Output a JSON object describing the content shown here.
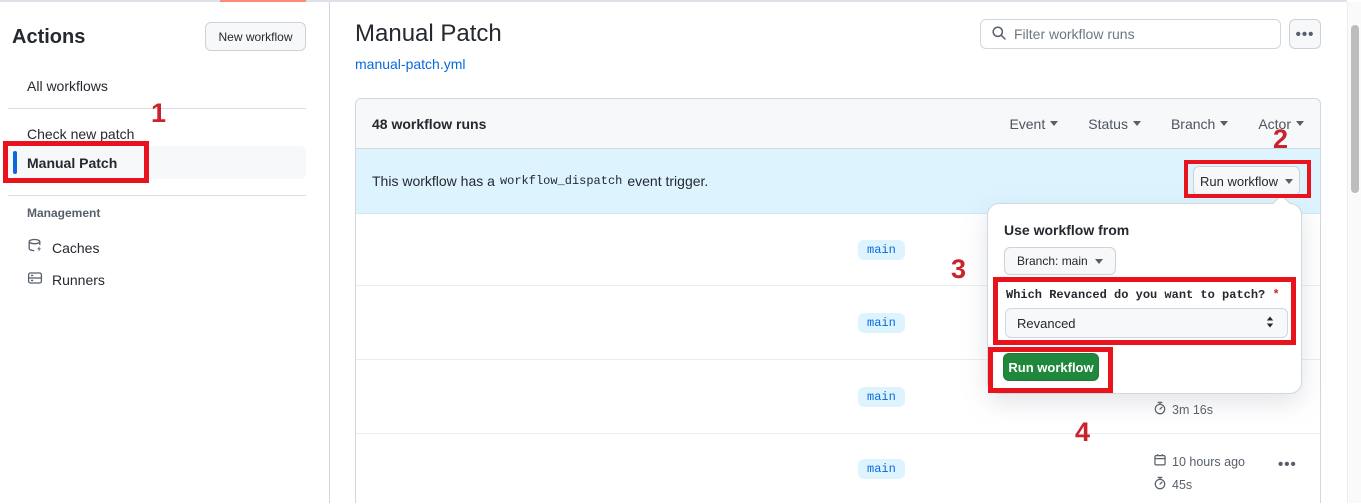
{
  "colors": {
    "accent_blue": "#0969da",
    "banner_bg": "#ddf4ff",
    "button_green": "#1f883d",
    "annotation_red": "#e8131c",
    "tab_underline_coral": "#fd8c73"
  },
  "annotations": {
    "step1": "1",
    "step2": "2",
    "step3": "3",
    "step4": "4"
  },
  "sidebar": {
    "title": "Actions",
    "new_workflow_button": "New workflow",
    "items": [
      {
        "label": "All workflows"
      },
      {
        "label": "Check new patch"
      },
      {
        "label": "Manual Patch"
      }
    ],
    "management": {
      "header": "Management",
      "items": [
        {
          "label": "Caches"
        },
        {
          "label": "Runners"
        }
      ]
    }
  },
  "main_header": {
    "title": "Manual Patch",
    "file_link": "manual-patch.yml",
    "filter_placeholder": "Filter workflow runs",
    "kebab_icon": "•••"
  },
  "runs": {
    "count_label": "48 workflow runs",
    "filters": [
      {
        "label": "Event"
      },
      {
        "label": "Status"
      },
      {
        "label": "Branch"
      },
      {
        "label": "Actor"
      }
    ],
    "banner": {
      "text_before": "This workflow has a",
      "code": "workflow_dispatch",
      "text_after": "event trigger.",
      "run_workflow_button": "Run workflow"
    },
    "rows": [
      {
        "branch": "main"
      },
      {
        "branch": "main"
      },
      {
        "branch": "main",
        "duration": "3m 16s"
      },
      {
        "branch": "main",
        "time": "10 hours ago",
        "duration": "45s",
        "kebab_icon": "•••"
      }
    ]
  },
  "run_dropdown": {
    "title": "Use workflow from",
    "branch_button": "Branch: main",
    "input_label": "Which Revanced do you want to patch?",
    "required_mark": "*",
    "select_value": "Revanced",
    "run_button": "Run workflow"
  }
}
